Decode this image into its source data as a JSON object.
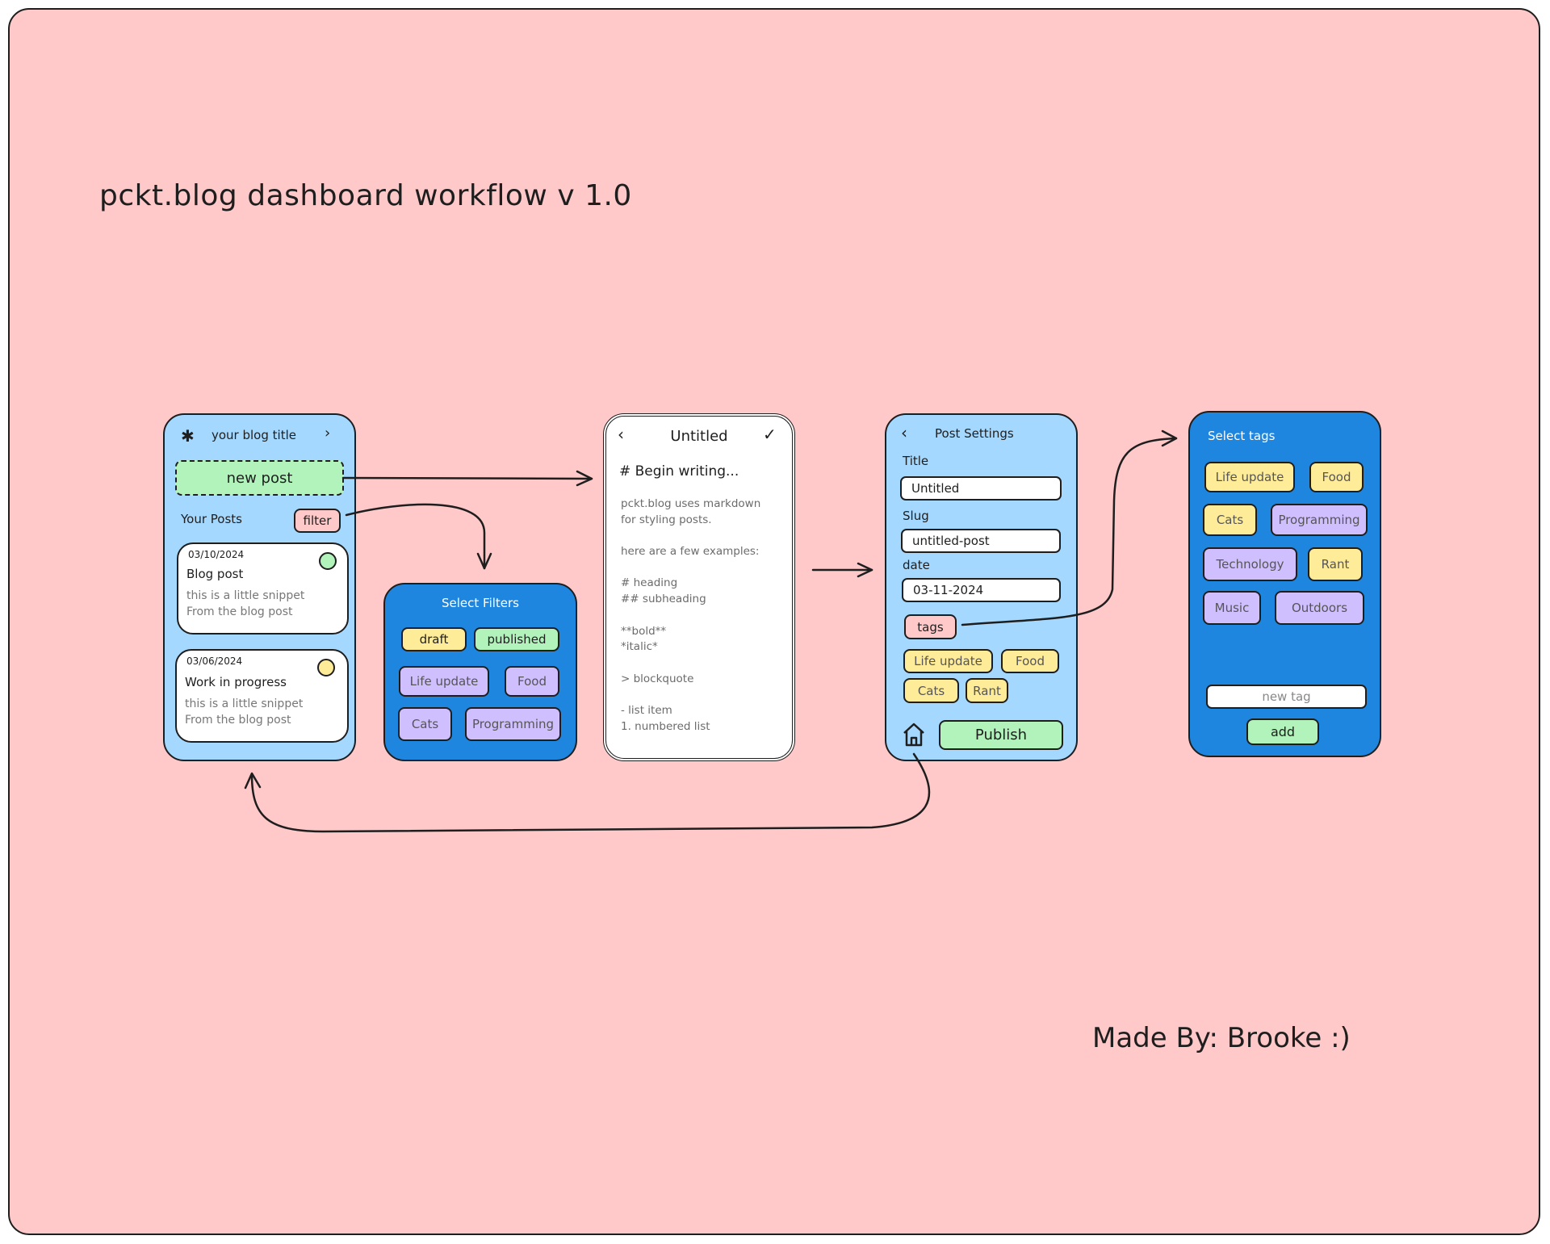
{
  "title": "pckt.blog dashboard workflow v 1.0",
  "credit": "Made By: Brooke :)",
  "dashboard": {
    "menu_icon": "asterisk-icon",
    "blog_title": "your blog title",
    "new_post": "new post",
    "your_posts": "Your Posts",
    "filter": "filter",
    "posts": [
      {
        "date": "03/10/2024",
        "title": "Blog post",
        "snippet_1": "this is a little snippet",
        "snippet_2": "From the blog post",
        "status": "published",
        "status_color": "#b2f2bb"
      },
      {
        "date": "03/06/2024",
        "title": "Work in progress",
        "snippet_1": "this is a little snippet",
        "snippet_2": "From the blog post",
        "status": "draft",
        "status_color": "#ffec99"
      }
    ]
  },
  "filters": {
    "title": "Select Filters",
    "chips": [
      "draft",
      "published",
      "Life update",
      "Food",
      "Cats",
      "Programming"
    ]
  },
  "editor": {
    "title": "Untitled",
    "heading": "# Begin writing...",
    "lines": [
      "pckt.blog uses markdown",
      "for styling posts.",
      "",
      "here are a few examples:",
      "",
      "# heading",
      "## subheading",
      "",
      "**bold**",
      "*italic*",
      "",
      "> blockquote",
      "",
      "- list item",
      "1. numbered list"
    ]
  },
  "settings": {
    "title": "Post Settings",
    "title_label": "Title",
    "title_value": "Untitled",
    "slug_label": "Slug",
    "slug_value": "untitled-post",
    "date_label": "date",
    "date_value": "03-11-2024",
    "tags_button": "tags",
    "tags": [
      "Life update",
      "Food",
      "Cats",
      "Rant"
    ],
    "publish": "Publish"
  },
  "tag_picker": {
    "title": "Select tags",
    "tags": [
      "Life update",
      "Food",
      "Cats",
      "Programming",
      "Technology",
      "Rant",
      "Music",
      "Outdoors"
    ],
    "new_tag_placeholder": "new tag",
    "add": "add"
  },
  "colors": {
    "canvas": "#ffc9c9",
    "screen_light": "#a5d8ff",
    "screen_dark": "#1f86e0",
    "yellow": "#ffec99",
    "green": "#b2f2bb",
    "purple": "#d0bfff"
  }
}
